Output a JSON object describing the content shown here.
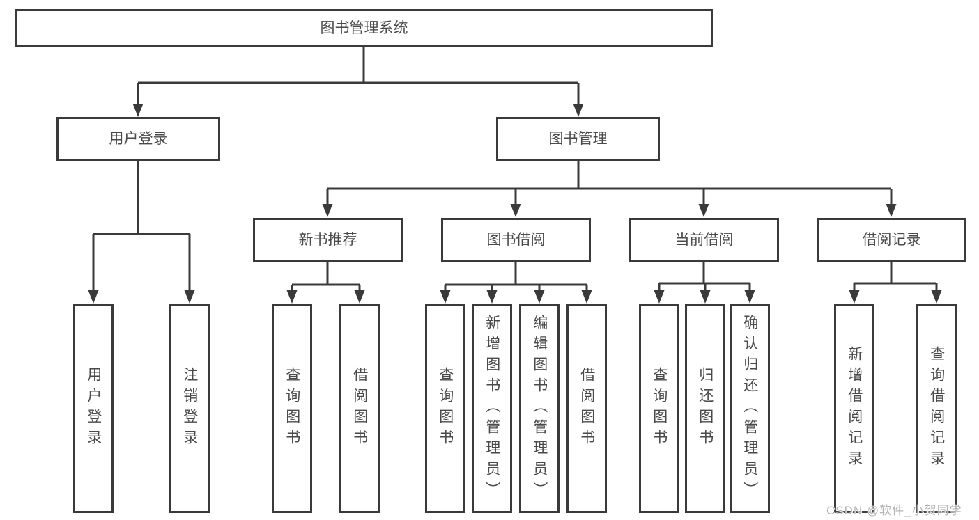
{
  "title": "图书管理系统",
  "colors": {
    "background": "#ffffff",
    "line": "#3a3a3a",
    "box_border": "#3a3a3a",
    "box_text": "#4a4a4a",
    "watermark": "#b5b5b5"
  },
  "watermark": {
    "text": "CSDN @软件_小贺同学"
  },
  "tree": {
    "root": {
      "label": "图书管理系统",
      "children": [
        "用户登录",
        "图书管理"
      ]
    },
    "level2": [
      {
        "label": "用户登录",
        "parent": "图书管理系统",
        "children": [
          "用户登录",
          "注销登录"
        ]
      },
      {
        "label": "图书管理",
        "parent": "图书管理系统",
        "children": [
          "新书推荐",
          "图书借阅",
          "当前借阅",
          "借阅记录"
        ]
      }
    ],
    "level3": [
      {
        "label": "新书推荐",
        "parent": "图书管理",
        "children": [
          "查询图书",
          "借阅图书"
        ]
      },
      {
        "label": "图书借阅",
        "parent": "图书管理",
        "children": [
          "查询图书",
          "新增图书（管理员）",
          "编辑图书（管理员）",
          "借阅图书"
        ]
      },
      {
        "label": "当前借阅",
        "parent": "图书管理",
        "children": [
          "查询图书",
          "归还图书",
          "确认归还（管理员）"
        ]
      },
      {
        "label": "借阅记录",
        "parent": "图书管理",
        "children": [
          "新增借阅记录",
          "查询借阅记录"
        ]
      }
    ],
    "leaves": [
      {
        "label": "用户登录",
        "parent": "用户登录"
      },
      {
        "label": "注销登录",
        "parent": "用户登录"
      },
      {
        "label": "查询图书",
        "parent": "新书推荐"
      },
      {
        "label": "借阅图书",
        "parent": "新书推荐"
      },
      {
        "label": "查询图书",
        "parent": "图书借阅"
      },
      {
        "label": "新增图书（管理员）",
        "parent": "图书借阅"
      },
      {
        "label": "编辑图书（管理员）",
        "parent": "图书借阅"
      },
      {
        "label": "借阅图书",
        "parent": "图书借阅"
      },
      {
        "label": "查询图书",
        "parent": "当前借阅"
      },
      {
        "label": "归还图书",
        "parent": "当前借阅"
      },
      {
        "label": "确认归还（管理员）",
        "parent": "当前借阅"
      },
      {
        "label": "新增借阅记录",
        "parent": "借阅记录"
      },
      {
        "label": "查询借阅记录",
        "parent": "借阅记录"
      }
    ]
  }
}
